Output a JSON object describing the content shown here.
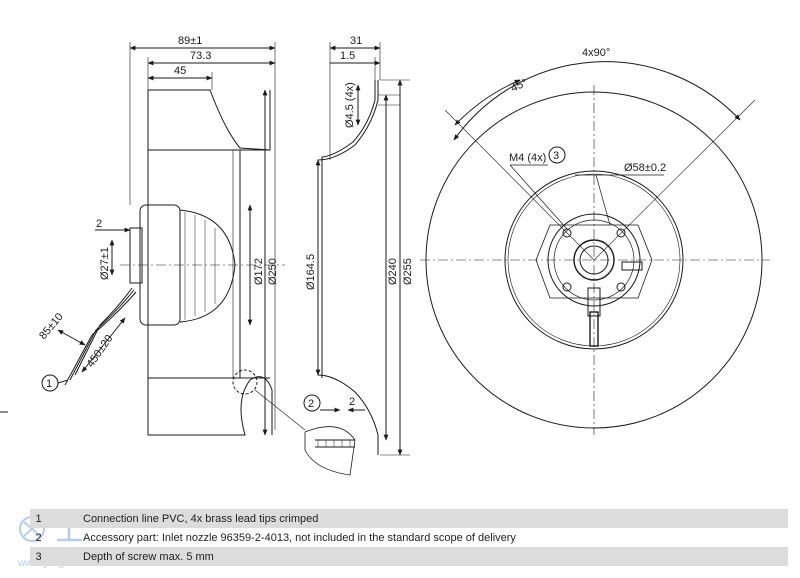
{
  "side_view": {
    "dim_overall_depth": "89±1",
    "dim_impeller_depth": "73.3",
    "dim_housing_depth": "45",
    "dim_flange": "2",
    "dim_shaft_dia": "Ø27±1",
    "dim_motor_dia": "Ø172",
    "dim_impeller_dia": "Ø250",
    "dim_lead_length_1": "85±10",
    "dim_lead_length_2": "450±20",
    "callout_1": "1"
  },
  "nozzle_view": {
    "dim_width": "31",
    "dim_thickness": "1.5",
    "dim_holes": "Ø4.5 (4x)",
    "dim_inner_dia": "Ø164.5",
    "dim_bolt_circle": "Ø240",
    "dim_outer_dia": "Ø255",
    "callout_2": "2",
    "detail_dim": "2"
  },
  "front_view": {
    "dim_angle_pattern": "4x90°",
    "dim_angle": "45°",
    "dim_thread": "M4 (4x)",
    "callout_3": "3",
    "dim_hub_dia": "Ø58±0.2"
  },
  "notes": [
    {
      "num": "1",
      "text": "Connection line PVC, 4x brass lead tips crimped"
    },
    {
      "num": "2",
      "text": "Accessory part: Inlet nozzle 96359-2-4013, not included in the standard scope of delivery"
    },
    {
      "num": "3",
      "text": "Depth of screw max. 5 mm"
    }
  ],
  "watermark": {
    "text": "www.gongbo"
  }
}
